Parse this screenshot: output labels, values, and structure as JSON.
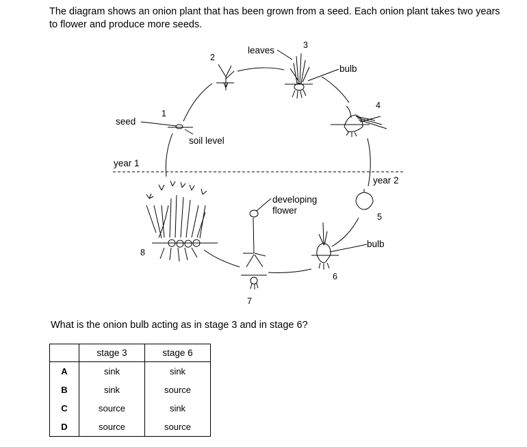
{
  "intro": "The diagram shows an onion plant that has been grown from a seed. Each onion plant takes two years to flower and produce more seeds.",
  "diagram": {
    "labels": {
      "seed": "seed",
      "soil_level": "soil level",
      "leaves": "leaves",
      "bulb_top": "bulb",
      "bulb_bottom": "bulb",
      "year1": "year 1",
      "year2": "year 2",
      "developing_flower": [
        "developing",
        "flower"
      ]
    },
    "stages": [
      "1",
      "2",
      "3",
      "4",
      "5",
      "6",
      "7",
      "8"
    ]
  },
  "question": "What is the onion bulb acting as in stage 3 and in stage 6?",
  "table": {
    "headers": [
      "",
      "stage 3",
      "stage 6"
    ],
    "rows": [
      {
        "letter": "A",
        "stage3": "sink",
        "stage6": "sink"
      },
      {
        "letter": "B",
        "stage3": "sink",
        "stage6": "source"
      },
      {
        "letter": "C",
        "stage3": "source",
        "stage6": "sink"
      },
      {
        "letter": "D",
        "stage3": "source",
        "stage6": "source"
      }
    ]
  }
}
